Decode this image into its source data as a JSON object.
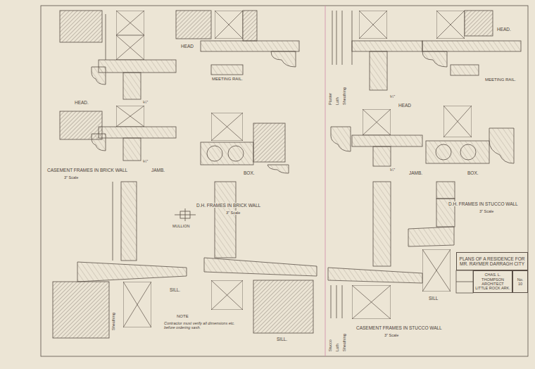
{
  "diagram": {
    "nodes": [
      {
        "text": [
          "PLANS OF A RESIDENCE FOR MR. RAYMER DARRAGH CITY"
        ]
      },
      {
        "text": [
          "CHAS. L. THOMPSON ARCHITECT LITTLE ROCK ARK."
        ]
      },
      {
        "text": [
          "No. 10"
        ]
      }
    ],
    "labels": [
      "HEAD.",
      "¼\"",
      "CASEMENT FRAMES IN BRICK WALL",
      "3\" Scale",
      "JAMB.",
      "¼\"",
      "HEAD",
      "MEETING RAIL.",
      "BOX.",
      "D.H. FRAMES IN BRICK WALL",
      "3\" Scale",
      "MULLION",
      "Plaster",
      "Lath",
      "Sheathing",
      "¼\"",
      "HEAD",
      "JAMB.",
      "¼\"",
      "HEAD.",
      "MEETING RAIL.",
      "BOX.",
      "D.H. FRAMES IN STUCCO WALL",
      "3\" Scale",
      "Sheathing",
      "SILL.",
      "NOTE",
      "Contractor must verify all dimensions etc. before ordering sash.",
      "SILL.",
      "Stucco",
      "Lath",
      "Sheathing",
      "CASEMENT FRAMES IN STUCCO WALL",
      "3\" Scale",
      "SILL"
    ]
  }
}
